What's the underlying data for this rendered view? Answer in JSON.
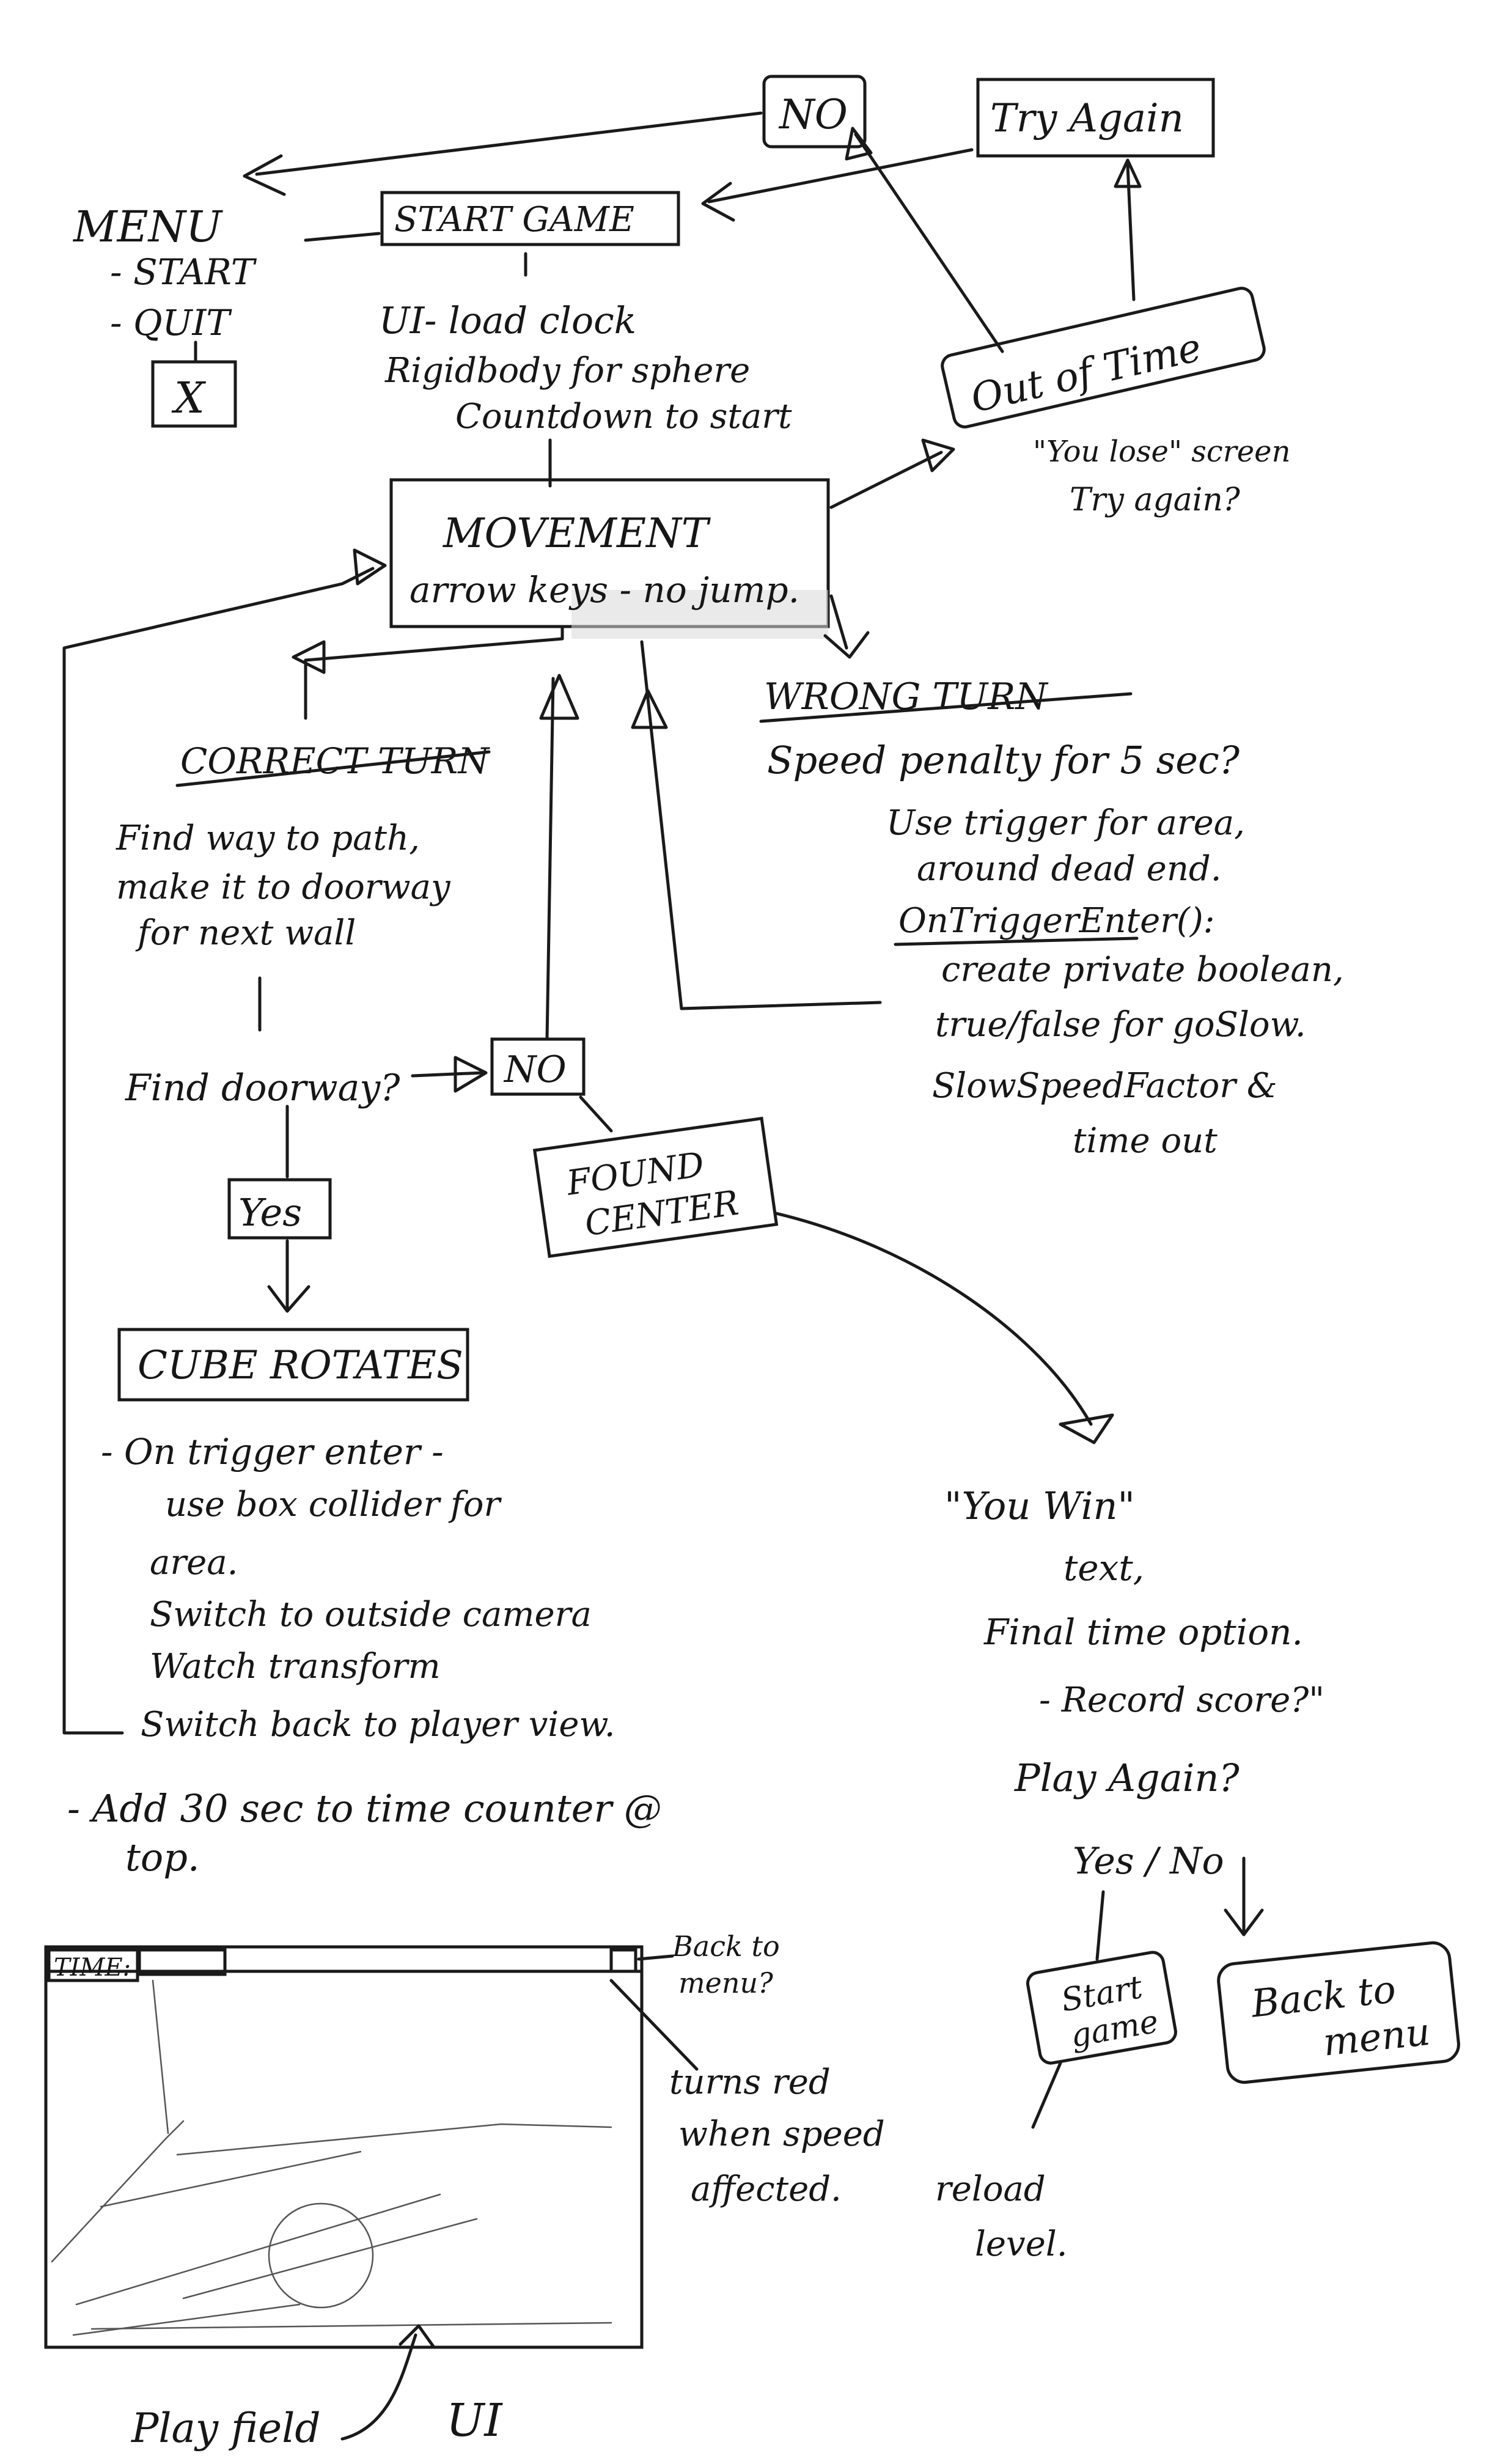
{
  "menu": {
    "title": "MENU",
    "start": "- START",
    "quit": "- QUIT",
    "quit_box": "X"
  },
  "start_game": {
    "label": "START GAME",
    "notes": [
      "UI- load clock",
      "Rigidbody for sphere",
      "Countdown to start"
    ]
  },
  "no_top": "NO",
  "try_again": "Try Again",
  "out_of_time": {
    "label": "Out of Time",
    "notes": [
      "\"You lose\" screen",
      "Try again?"
    ]
  },
  "movement": {
    "label": "MOVEMENT",
    "note": "arrow keys - no jump."
  },
  "correct_turn": {
    "title": "CORRECT TURN",
    "notes": [
      "Find way to path,",
      "make it to doorway",
      "for next wall"
    ]
  },
  "wrong_turn": {
    "title": "WRONG TURN",
    "notes": [
      "Speed penalty for 5 sec?",
      "Use trigger for area,",
      "around dead end.",
      "OnTriggerEnter():",
      "create private boolean,",
      "true/false for goSlow.",
      "SlowSpeedFactor &",
      "time out"
    ]
  },
  "find_doorway": "Find doorway?",
  "no_mid": "NO",
  "yes": "Yes",
  "found_center": [
    "FOUND",
    "CENTER"
  ],
  "cube_rotates": {
    "label": "CUBE ROTATES",
    "notes": [
      "- On trigger enter -",
      "use box collider for",
      "area.",
      "Switch to outside camera",
      "Watch transform",
      "Switch back to player view.",
      "- Add 30 sec to time counter @",
      "top."
    ]
  },
  "you_win": {
    "notes": [
      "\"You Win\"",
      "text,",
      "Final time option.",
      "- Record score?\"",
      "Play Again?",
      "Yes / No"
    ]
  },
  "start_game_small": [
    "Start",
    "game"
  ],
  "back_to_menu": [
    "Back to",
    "menu"
  ],
  "reload_level": [
    "reload",
    "level."
  ],
  "ui_mock": {
    "time_label": "TIME:",
    "back_to_menu_note": [
      "Back to",
      "menu?"
    ],
    "turns_red_note": [
      "turns red",
      "when speed",
      "affected."
    ],
    "play_field": "Play field",
    "ui": "UI"
  }
}
